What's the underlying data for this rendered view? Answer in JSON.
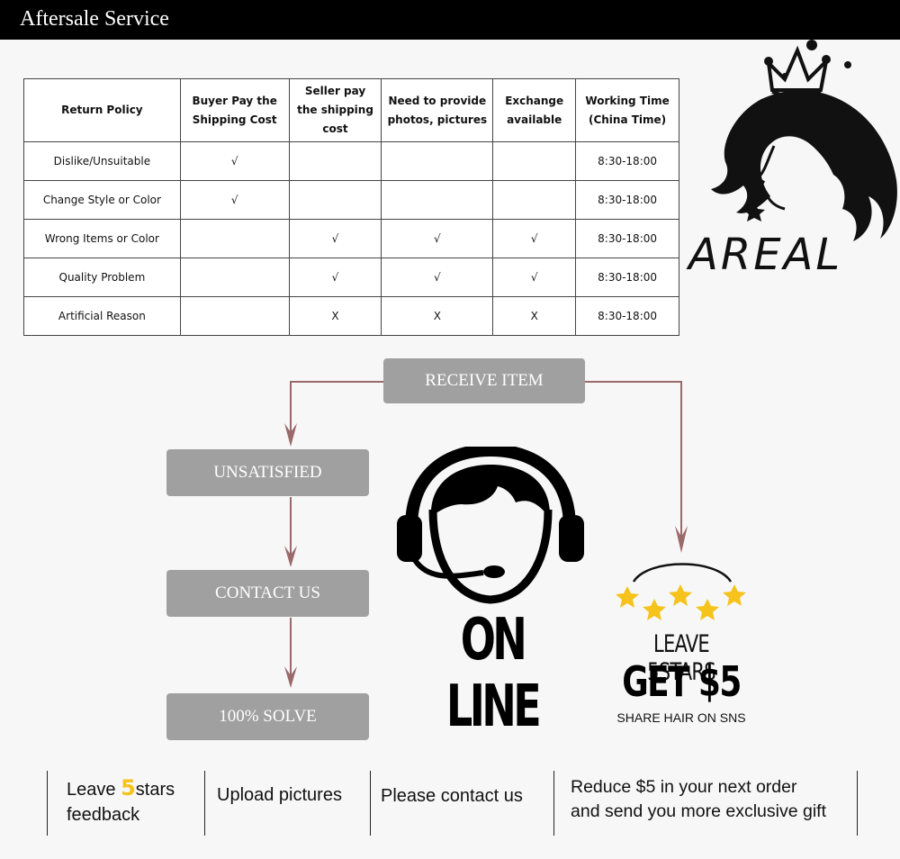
{
  "header": {
    "title": "Aftersale Service"
  },
  "policy_table": {
    "headers": [
      "Return Policy",
      "Buyer Pay the Shipping Cost",
      "Seller pay the shipping cost",
      "Need to provide photos, pictures",
      "Exchange available",
      "Working Time (China Time)"
    ],
    "rows": [
      {
        "policy": "Dislike/Unsuitable",
        "buyer": "√",
        "seller": "",
        "photos": "",
        "exchange": "",
        "time": "8:30-18:00"
      },
      {
        "policy": "Change Style or Color",
        "buyer": "√",
        "seller": "",
        "photos": "",
        "exchange": "",
        "time": "8:30-18:00"
      },
      {
        "policy": "Wrong Items or Color",
        "buyer": "",
        "seller": "√",
        "photos": "√",
        "exchange": "√",
        "time": "8:30-18:00"
      },
      {
        "policy": "Quality Problem",
        "buyer": "",
        "seller": "√",
        "photos": "√",
        "exchange": "√",
        "time": "8:30-18:00"
      },
      {
        "policy": "Artificial Reason",
        "buyer": "",
        "seller": "X",
        "photos": "X",
        "exchange": "X",
        "time": "8:30-18:00"
      }
    ]
  },
  "logo": {
    "brand": "AREAL"
  },
  "flow": {
    "receive": "RECEIVE ITEM",
    "unsatisfied": "UNSATISFIED",
    "contact": "CONTACT US",
    "solve": "100% SOLVE"
  },
  "online": {
    "label": "ON LINE"
  },
  "reward": {
    "leave": "LEAVE 5STARS",
    "get": "GET $5",
    "share": "SHARE HAIR ON SNS"
  },
  "bottom": {
    "leave_prefix": "Leave",
    "leave_number": "5",
    "leave_suffix": "stars",
    "leave_line2": "feedback",
    "upload": "Upload pictures",
    "contact": "Please contact us",
    "reduce_line1": "Reduce $5 in your next order",
    "reduce_line2": "and send you more exclusive gift"
  },
  "colors": {
    "arrow": "#9a6a6a",
    "box": "#a0a0a0",
    "star": "#f5c31c",
    "five": "#f5c31c"
  }
}
